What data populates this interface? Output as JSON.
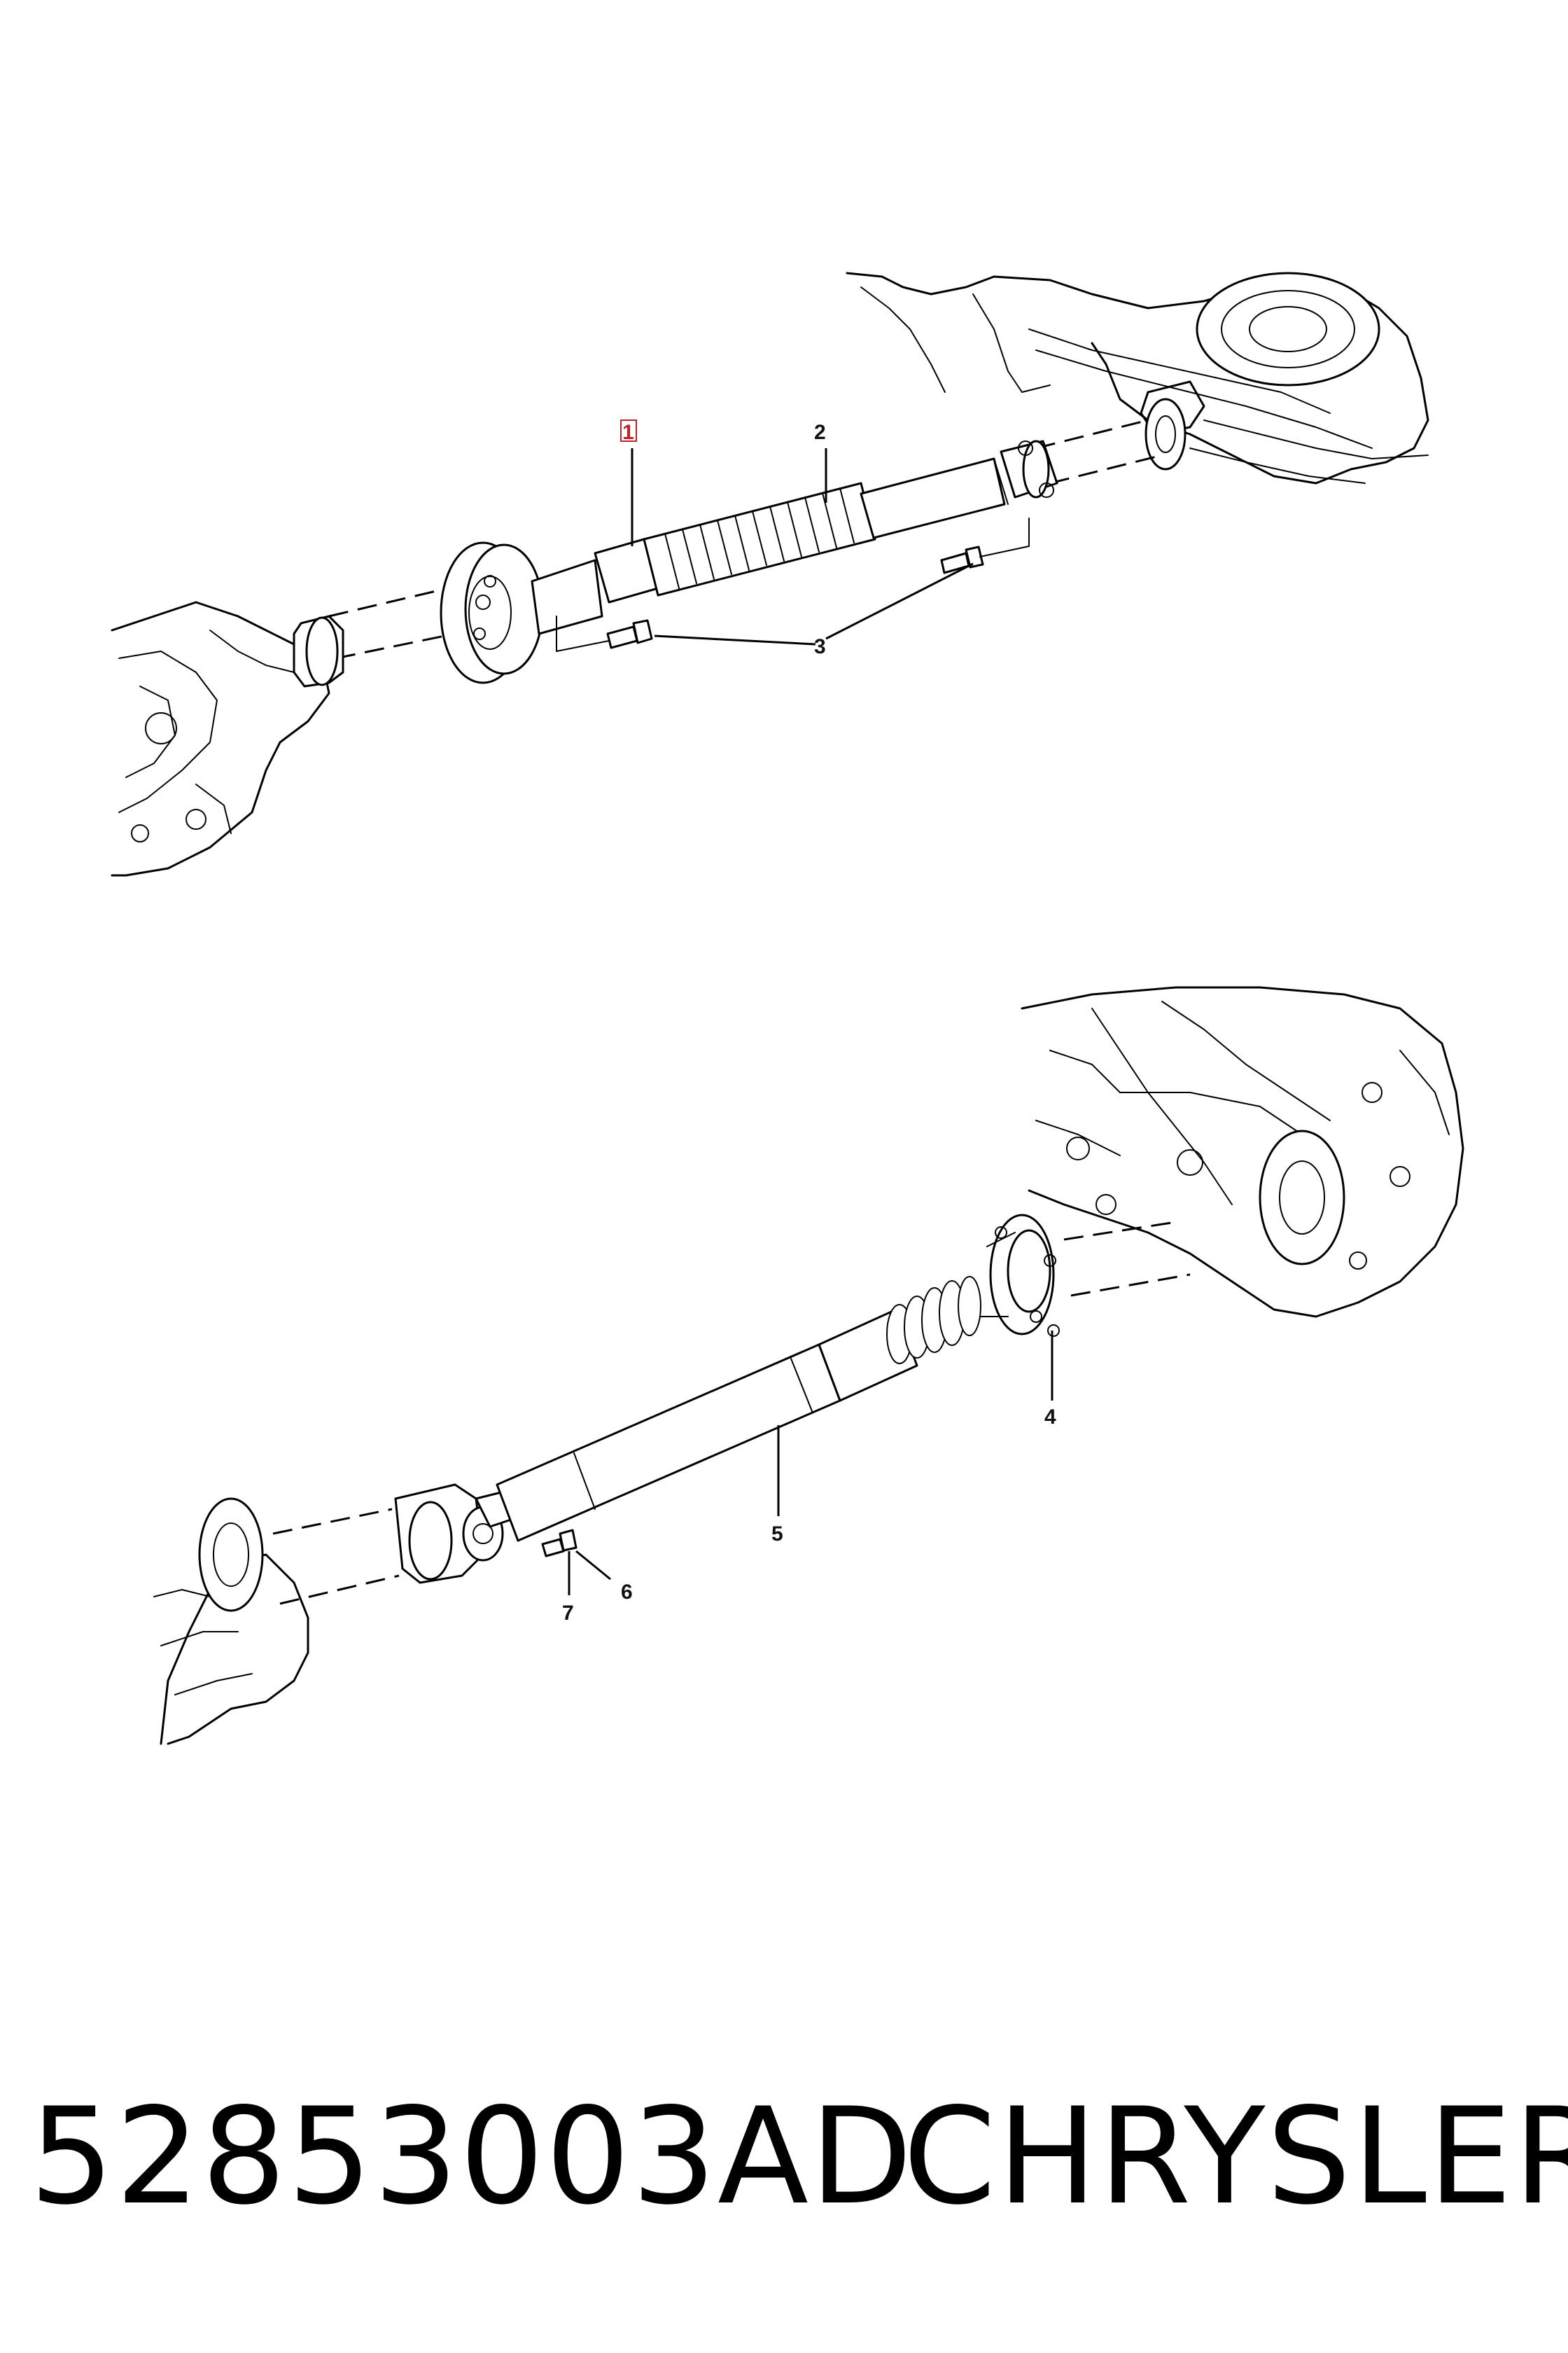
{
  "callouts": {
    "c1": "1",
    "c2": "2",
    "c3": "3",
    "c4": "4",
    "c5": "5",
    "c6": "6",
    "c7": "7"
  },
  "footer": {
    "part_number": "52853003AD",
    "brand": "CHRYSLER"
  },
  "colors": {
    "line": "#000000",
    "highlight": "#c0202a",
    "background": "#ffffff"
  }
}
